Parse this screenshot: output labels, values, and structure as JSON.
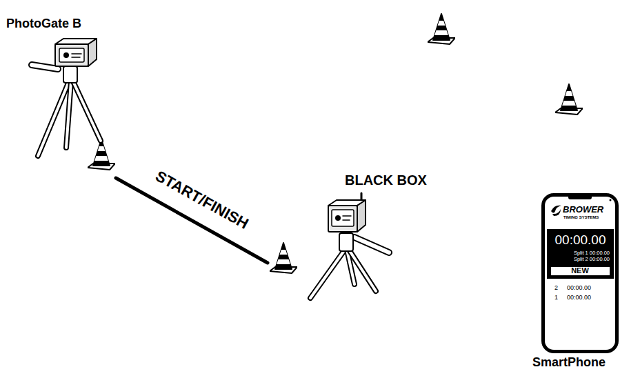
{
  "diagram": {
    "nodes": [
      {
        "text": [
          "BROWER",
          "TIMING SYSTEMS",
          "2",
          "00:00.00",
          "1",
          "00:00.00"
        ]
      },
      {
        "text": [
          "00:00.00",
          "Split 1 00:00.00",
          "Split 2 00:00.00"
        ],
        "in": 0
      },
      {
        "text": [
          "NEW"
        ],
        "in": 1
      }
    ],
    "labels": [
      "PhotoGate B",
      "START/FINISH",
      "BLACK BOX",
      "SmartPhone"
    ]
  }
}
